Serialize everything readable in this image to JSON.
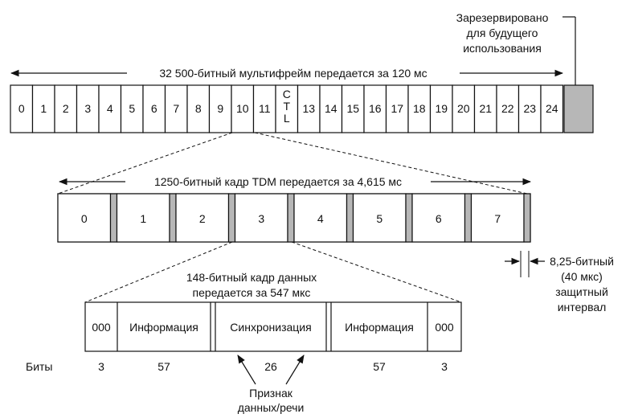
{
  "reserved_note": [
    "Зарезервировано",
    "для будущего",
    "использования"
  ],
  "multiframe": {
    "caption": "32 500-битный мультифрейм передается за 120 мс",
    "slots": [
      "0",
      "1",
      "2",
      "3",
      "4",
      "5",
      "6",
      "7",
      "8",
      "9",
      "10",
      "11",
      "CTL",
      "13",
      "14",
      "15",
      "16",
      "17",
      "18",
      "19",
      "20",
      "21",
      "22",
      "23",
      "24"
    ]
  },
  "tdm_frame": {
    "caption": "1250-битный кадр TDM передается за 4,615 мс",
    "slots": [
      "0",
      "1",
      "2",
      "3",
      "4",
      "5",
      "6",
      "7"
    ]
  },
  "guard_interval": [
    "8,25-битный",
    "(40 мкс)",
    "защитный",
    "интервал"
  ],
  "data_frame": {
    "caption": [
      "148-битный кадр данных",
      "передается за 547 мкс"
    ],
    "fields": [
      "000",
      "Информация",
      "Синхронизация",
      "Информация",
      "000"
    ],
    "bits_label": "Биты",
    "bits": [
      "3",
      "57",
      "26",
      "57",
      "3"
    ]
  },
  "flag_note": [
    "Признак",
    "данных/речи"
  ],
  "colors": {
    "guard_fill": "#b7b7b7",
    "stroke": "#111111"
  }
}
